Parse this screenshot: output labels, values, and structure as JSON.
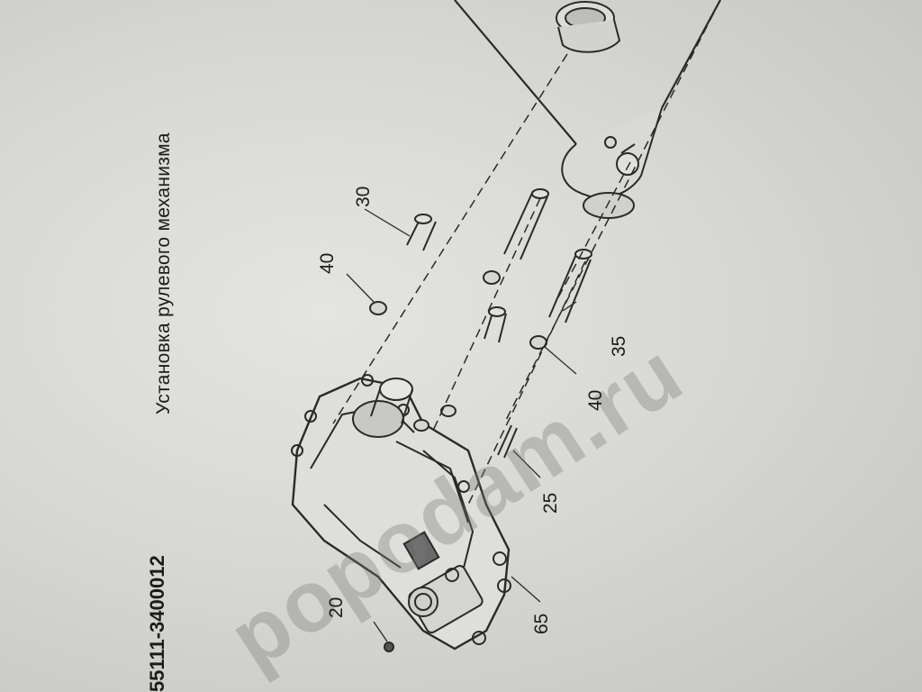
{
  "page": {
    "title": "Установка рулевого механизма",
    "part_number": "55111-3400012",
    "watermark": "popodam.ru"
  },
  "callouts": [
    {
      "key": "20",
      "label": "20"
    },
    {
      "key": "25",
      "label": "25"
    },
    {
      "key": "30",
      "label": "30"
    },
    {
      "key": "35",
      "label": "35"
    },
    {
      "key": "40a",
      "label": "40"
    },
    {
      "key": "40b",
      "label": "40"
    },
    {
      "key": "65",
      "label": "65"
    }
  ]
}
